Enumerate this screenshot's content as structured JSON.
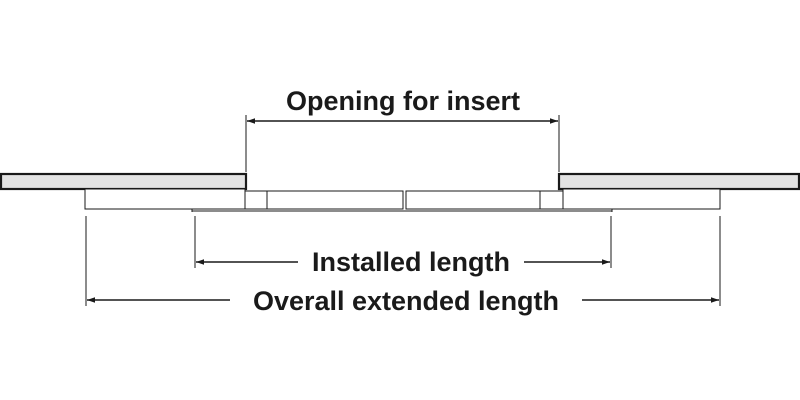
{
  "labels": {
    "opening": "Opening for insert",
    "installed": "Installed length",
    "overall": "Overall extended length"
  },
  "colors": {
    "stroke": "#1a1a1a",
    "panel_fill": "#e3e3e3",
    "background": "#ffffff"
  }
}
